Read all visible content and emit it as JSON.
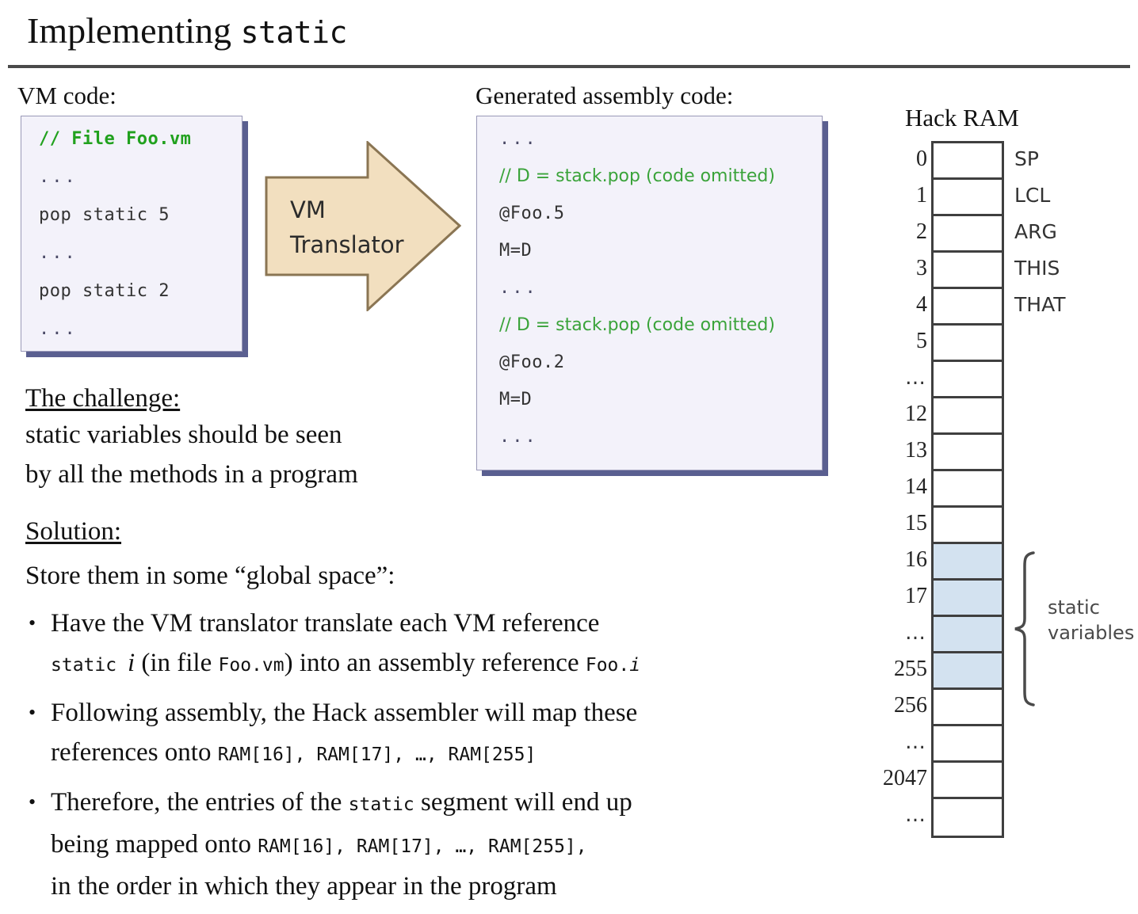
{
  "slide": {
    "title_prefix": "Implementing ",
    "title_mono": "static"
  },
  "vm_code": {
    "caption": "VM code:",
    "lines": [
      {
        "text": "// File Foo.vm",
        "style": "comment"
      },
      {
        "text": "...",
        "style": "dots"
      },
      {
        "text": "pop static 5",
        "style": "code"
      },
      {
        "text": "...",
        "style": "dots"
      },
      {
        "text": "pop static 2",
        "style": "code"
      },
      {
        "text": "...",
        "style": "dots"
      }
    ]
  },
  "translator": {
    "label_line1": "VM",
    "label_line2": "Translator",
    "fill_color": "#f2dfbf",
    "border_color": "#8a7553"
  },
  "asm_code": {
    "caption": "Generated assembly code:",
    "lines": [
      {
        "text": "...",
        "style": "dots"
      },
      {
        "text": "// D = stack.pop (code omitted)",
        "style": "comment-narrow"
      },
      {
        "text": "@Foo.5",
        "style": "code"
      },
      {
        "text": "M=D",
        "style": "code"
      },
      {
        "text": "...",
        "style": "dots"
      },
      {
        "text": "// D = stack.pop (code omitted)",
        "style": "comment-narrow"
      },
      {
        "text": "@Foo.2",
        "style": "code"
      },
      {
        "text": "M=D",
        "style": "code"
      },
      {
        "text": "...",
        "style": "dots"
      }
    ]
  },
  "challenge": {
    "heading": "The challenge:",
    "line1": "static variables should be seen",
    "line2": "by all the methods in a program"
  },
  "solution": {
    "heading": "Solution:",
    "intro": "Store them in some “global space”:",
    "bullets": [
      {
        "seg": [
          {
            "t": "Have the VM translator translate each VM reference",
            "f": "serif"
          },
          {
            "t": "BREAK",
            "f": "break"
          },
          {
            "t": "static ",
            "f": "mono"
          },
          {
            "t": "i",
            "f": "italic"
          },
          {
            "t": " (in file ",
            "f": "serif"
          },
          {
            "t": "Foo.vm",
            "f": "mono"
          },
          {
            "t": ") into an assembly reference ",
            "f": "serif"
          },
          {
            "t": "Foo.",
            "f": "mono"
          },
          {
            "t": "i",
            "f": "mono-italic"
          }
        ]
      },
      {
        "seg": [
          {
            "t": "Following  assembly, the Hack assembler will  map these",
            "f": "serif"
          },
          {
            "t": "BREAK",
            "f": "break"
          },
          {
            "t": "references onto ",
            "f": "serif"
          },
          {
            "t": "RAM[16], RAM[17], …, RAM[255]",
            "f": "mono"
          }
        ]
      },
      {
        "seg": [
          {
            "t": "Therefore, the entries of the ",
            "f": "serif"
          },
          {
            "t": "static",
            "f": "mono"
          },
          {
            "t": " segment will  end up",
            "f": "serif"
          },
          {
            "t": "BREAK",
            "f": "break"
          },
          {
            "t": "being mapped onto ",
            "f": "serif"
          },
          {
            "t": "RAM[16], RAM[17], …, RAM[255],",
            "f": "mono"
          },
          {
            "t": "BREAK",
            "f": "break"
          },
          {
            "t": "in the order in which they appear in the program",
            "f": "serif"
          }
        ]
      }
    ]
  },
  "hack_ram": {
    "caption": "Hack RAM",
    "highlight_color": "#d3e2f0",
    "brace_label_line1": "static",
    "brace_label_line2": "variables",
    "rows": [
      {
        "index": "0",
        "label": "SP",
        "highlight": false
      },
      {
        "index": "1",
        "label": "LCL",
        "highlight": false
      },
      {
        "index": "2",
        "label": "ARG",
        "highlight": false
      },
      {
        "index": "3",
        "label": "THIS",
        "highlight": false
      },
      {
        "index": "4",
        "label": "THAT",
        "highlight": false
      },
      {
        "index": "5",
        "label": "",
        "highlight": false
      },
      {
        "index": "…",
        "label": "",
        "highlight": false
      },
      {
        "index": "12",
        "label": "",
        "highlight": false
      },
      {
        "index": "13",
        "label": "",
        "highlight": false
      },
      {
        "index": "14",
        "label": "",
        "highlight": false
      },
      {
        "index": "15",
        "label": "",
        "highlight": false
      },
      {
        "index": "16",
        "label": "",
        "highlight": true
      },
      {
        "index": "17",
        "label": "",
        "highlight": true
      },
      {
        "index": "…",
        "label": "",
        "highlight": true
      },
      {
        "index": "255",
        "label": "",
        "highlight": true
      },
      {
        "index": "256",
        "label": "",
        "highlight": false
      },
      {
        "index": "…",
        "label": "",
        "highlight": false
      },
      {
        "index": "2047",
        "label": "",
        "highlight": false
      },
      {
        "index": "…",
        "label": "",
        "highlight": false
      }
    ]
  }
}
